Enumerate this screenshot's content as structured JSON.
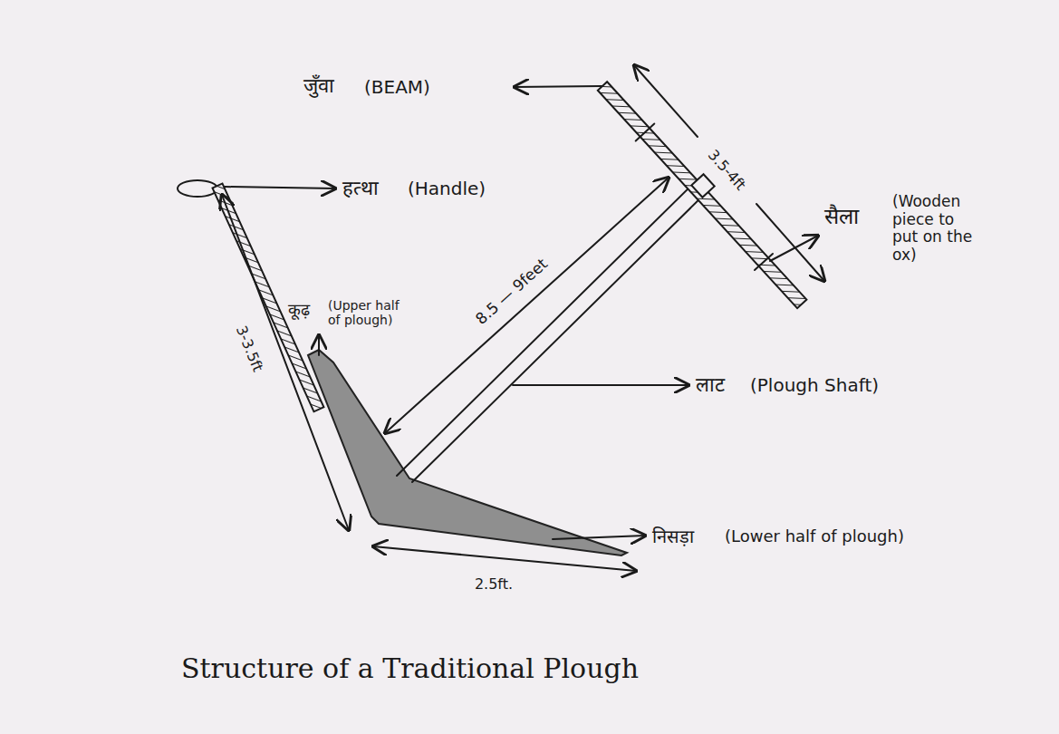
{
  "diagram": {
    "caption": "Structure of a Traditional Plough",
    "labels": [
      "जुँवा",
      "(BEAM)",
      "हत्था",
      "(Handle)",
      "3.5-4ft",
      "सैला",
      "(Wooden piece to put on the ox)",
      "कूढ़",
      "(Upper half of plough)",
      "3-3.5ft",
      "8.5 — 9feet",
      "लाट",
      "(Plough Shaft)",
      "निसड़ा",
      "(Lower half of plough)",
      "2.5ft."
    ]
  }
}
